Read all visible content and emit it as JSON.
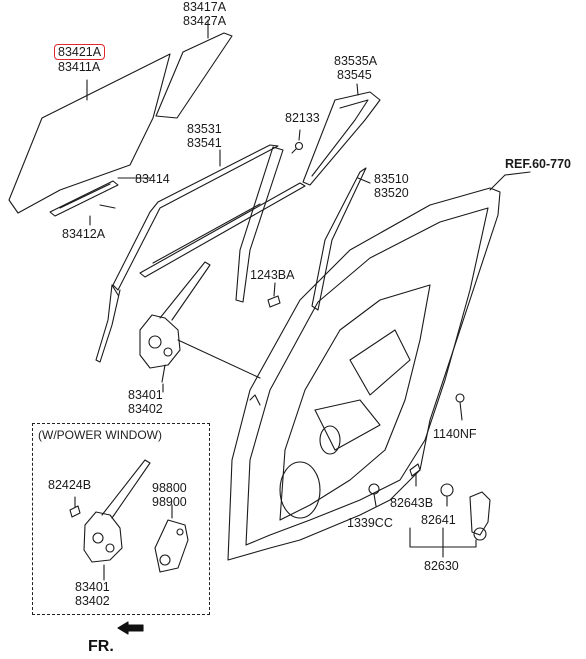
{
  "diagram": {
    "parts": [
      {
        "id": "p1",
        "line1": "83417A",
        "line2": "83427A"
      },
      {
        "id": "p2",
        "line1": "83421A",
        "line2": "83411A",
        "highlight": true
      },
      {
        "id": "p3",
        "line1": "83535A",
        "line2": "83545"
      },
      {
        "id": "p4",
        "line1": "82133",
        "line2": ""
      },
      {
        "id": "p5",
        "line1": "83531",
        "line2": "83541"
      },
      {
        "id": "p6",
        "line1": "83414",
        "line2": ""
      },
      {
        "id": "p7",
        "line1": "83510",
        "line2": "83520"
      },
      {
        "id": "p8",
        "line1": "83412A",
        "line2": ""
      },
      {
        "id": "p9",
        "line1": "1243BA",
        "line2": ""
      },
      {
        "id": "p10",
        "line1": "83401",
        "line2": "83402"
      },
      {
        "id": "p11",
        "line1": "1140NF",
        "line2": ""
      },
      {
        "id": "p12",
        "line1": "82424B",
        "line2": ""
      },
      {
        "id": "p13",
        "line1": "98800",
        "line2": "98900"
      },
      {
        "id": "p14",
        "line1": "82643B",
        "line2": ""
      },
      {
        "id": "p15",
        "line1": "1339CC",
        "line2": ""
      },
      {
        "id": "p16",
        "line1": "82641",
        "line2": ""
      },
      {
        "id": "p17",
        "line1": "83401",
        "line2": "83402"
      },
      {
        "id": "p18",
        "line1": "82630",
        "line2": ""
      }
    ],
    "reference": "REF.60-770",
    "option_group": "(W/POWER WINDOW)",
    "direction_label": "FR.",
    "highlight_color": "#e0262b",
    "line_color": "#1a1a1a"
  }
}
